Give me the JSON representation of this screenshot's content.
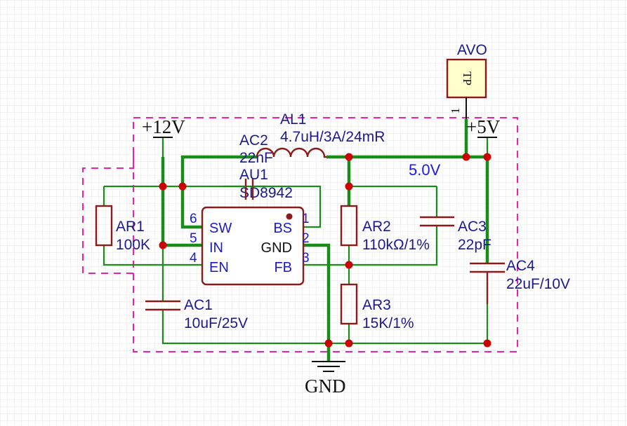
{
  "power": {
    "vin": "+12V",
    "vout": "+5V",
    "gnd": "GND"
  },
  "net_label": "5.0V",
  "test_point": {
    "ref": "AVO",
    "body": "TP",
    "pin": "1"
  },
  "ic": {
    "ref": "AU1",
    "part": "SD8942",
    "pins": {
      "sw": {
        "num": "6",
        "name": "SW"
      },
      "in": {
        "num": "5",
        "name": "IN"
      },
      "en": {
        "num": "4",
        "name": "EN"
      },
      "bs": {
        "num": "1",
        "name": "BS"
      },
      "gnd": {
        "num": "2",
        "name": "GND"
      },
      "fb": {
        "num": "3",
        "name": "FB"
      }
    }
  },
  "components": {
    "AL1": {
      "ref": "AL1",
      "value": "4.7uH/3A/24mR"
    },
    "AC2": {
      "ref": "AC2",
      "value": "22nF"
    },
    "AR1": {
      "ref": "AR1",
      "value": "100K"
    },
    "AR2": {
      "ref": "AR2",
      "value": "110kΩ/1%"
    },
    "AR3": {
      "ref": "AR3",
      "value": "15K/1%"
    },
    "AC1": {
      "ref": "AC1",
      "value": "10uF/25V"
    },
    "AC3": {
      "ref": "AC3",
      "value": "22pF"
    },
    "AC4": {
      "ref": "AC4",
      "value": "22uF/10V"
    }
  },
  "colors": {
    "wire": "#1a8c1a",
    "component": "#8c1a1a",
    "junction": "#cc0000",
    "label": "#1a1a8c",
    "pin_text": "#1a1acc",
    "net_label": "#1a1aee",
    "grid": "#e6e6e6",
    "boundary": "#ee22aa",
    "test_point_fill": "#ffffcc"
  }
}
